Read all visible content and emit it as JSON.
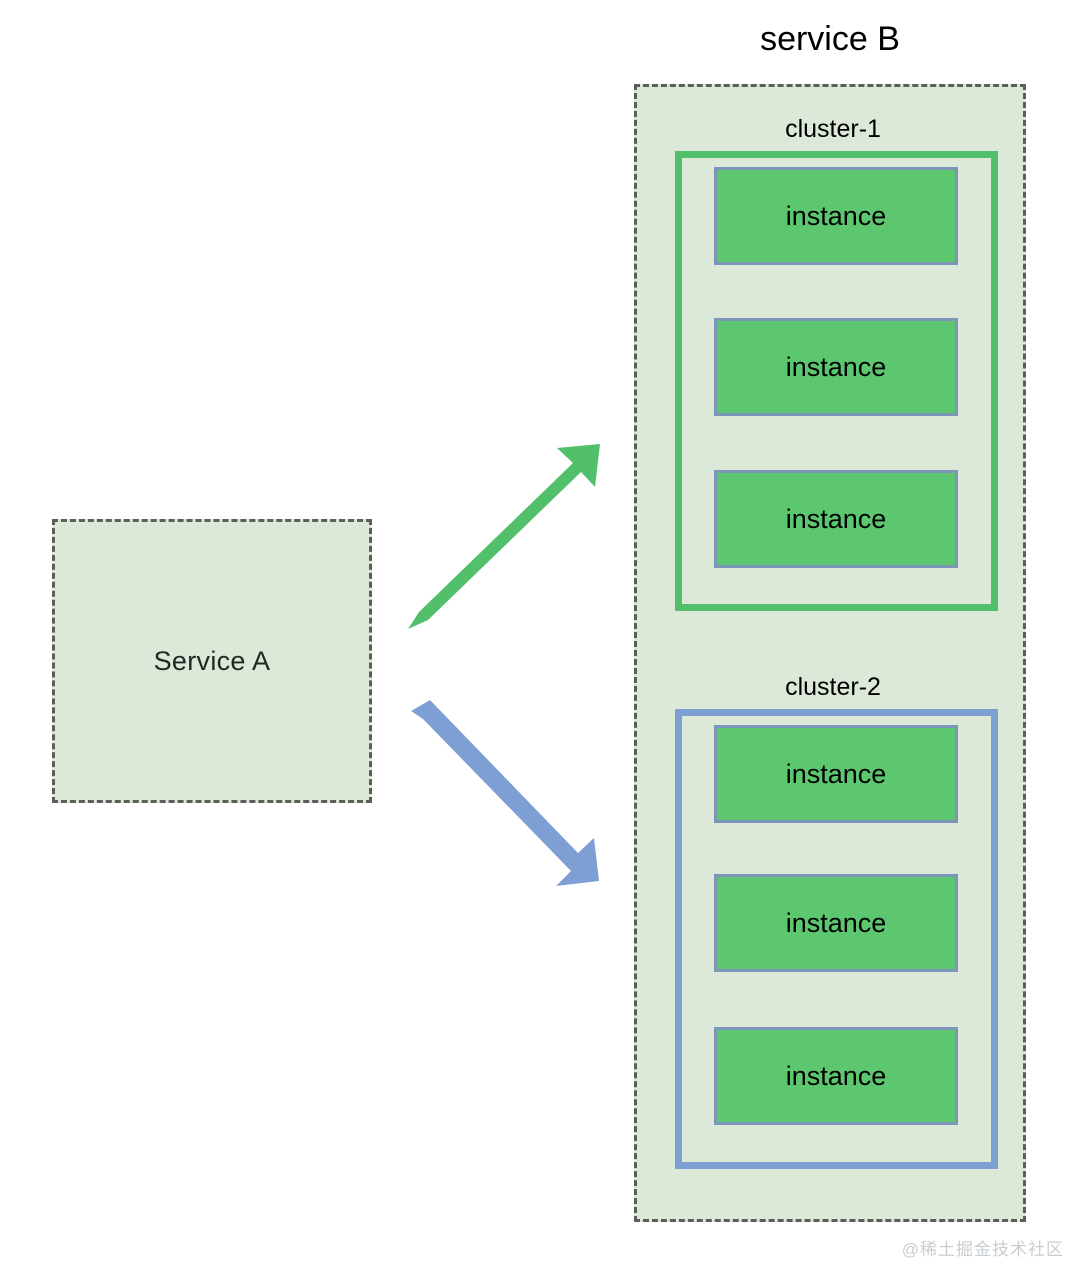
{
  "diagram": {
    "title": "service B",
    "source_node": {
      "label": "Service A",
      "fill": "#DCE8D8",
      "border": "#5A5F5A",
      "border_style": "dashed"
    },
    "target_group": {
      "label": "service B",
      "fill": "#DCE8D8",
      "border": "#5A5F5A",
      "border_style": "dashed"
    },
    "clusters": [
      {
        "label": "cluster-1",
        "accent": "#52C06A",
        "instances": [
          {
            "label": "instance"
          },
          {
            "label": "instance"
          },
          {
            "label": "instance"
          }
        ]
      },
      {
        "label": "cluster-2",
        "accent": "#7D9FD4",
        "instances": [
          {
            "label": "instance"
          },
          {
            "label": "instance"
          },
          {
            "label": "instance"
          }
        ]
      }
    ],
    "arrows": [
      {
        "name": "arrow-to-cluster-1",
        "color": "#52C06A",
        "from": "Service A",
        "to": "cluster-1",
        "direction": "up-right"
      },
      {
        "name": "arrow-to-cluster-2",
        "color": "#7D9FD4",
        "from": "Service A",
        "to": "cluster-2",
        "direction": "down-right"
      }
    ],
    "instance_style": {
      "fill": "#5CC76E",
      "border": "#7B96B8"
    }
  },
  "watermark": "@稀土掘金技术社区"
}
